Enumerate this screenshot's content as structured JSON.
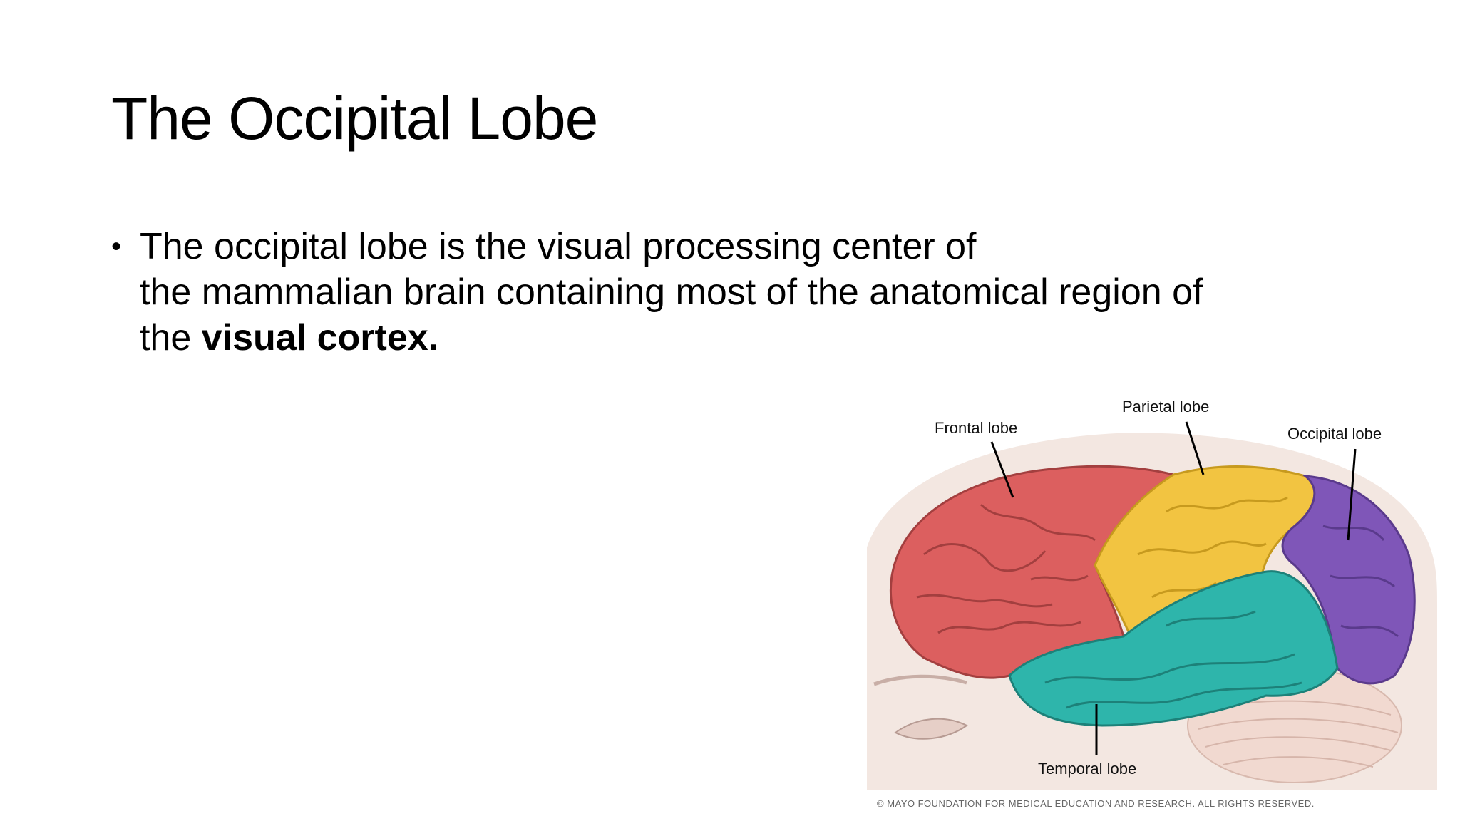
{
  "slide": {
    "title": "The Occipital Lobe",
    "bullet": {
      "line1": "The occipital lobe is the visual processing center of",
      "line2": "the mammalian brain containing most of the anatomical region of",
      "line3_prefix": "the ",
      "line3_bold": "visual cortex."
    }
  },
  "figure": {
    "labels": {
      "frontal": "Frontal lobe",
      "parietal": "Parietal lobe",
      "occipital": "Occipital lobe",
      "temporal": "Temporal lobe"
    },
    "copyright": "© MAYO FOUNDATION FOR MEDICAL EDUCATION AND RESEARCH. ALL RIGHTS RESERVED.",
    "colors": {
      "frontal": "#dc5f5f",
      "parietal": "#f2c441",
      "occipital": "#7f56b8",
      "temporal": "#2eb5ab",
      "cerebellum": "#f1d9d0",
      "head": "#f3e7e1"
    }
  }
}
